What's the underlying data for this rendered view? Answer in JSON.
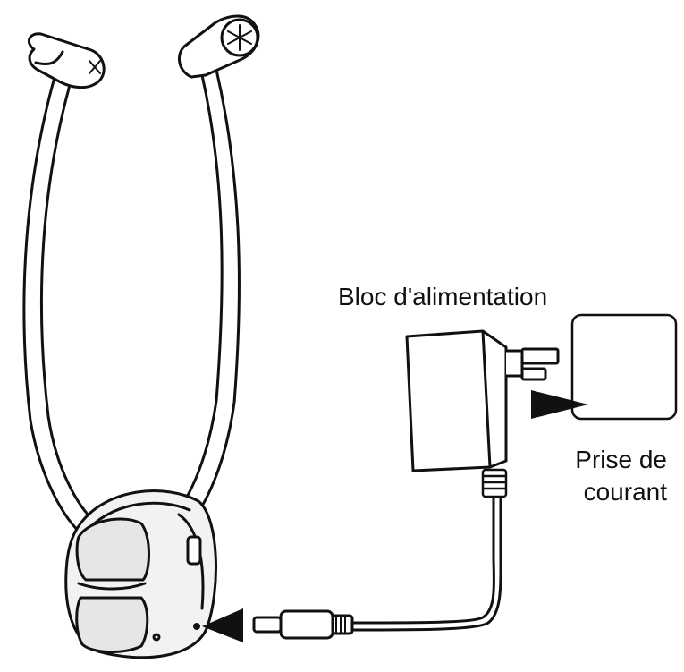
{
  "labels": {
    "power_adapter": "Bloc d'alimentation",
    "outlet_line1": "Prise de",
    "outlet_line2": "courant"
  },
  "icons": {
    "headset": "stethoscope-headset-icon",
    "adapter": "power-adapter-icon",
    "outlet": "wall-outlet-icon",
    "plug": "dc-plug-icon",
    "arrows": "arrow-pointer-icon"
  },
  "colors": {
    "line": "#111111",
    "fill": "#ffffff",
    "shade": "#e9e9e9"
  }
}
